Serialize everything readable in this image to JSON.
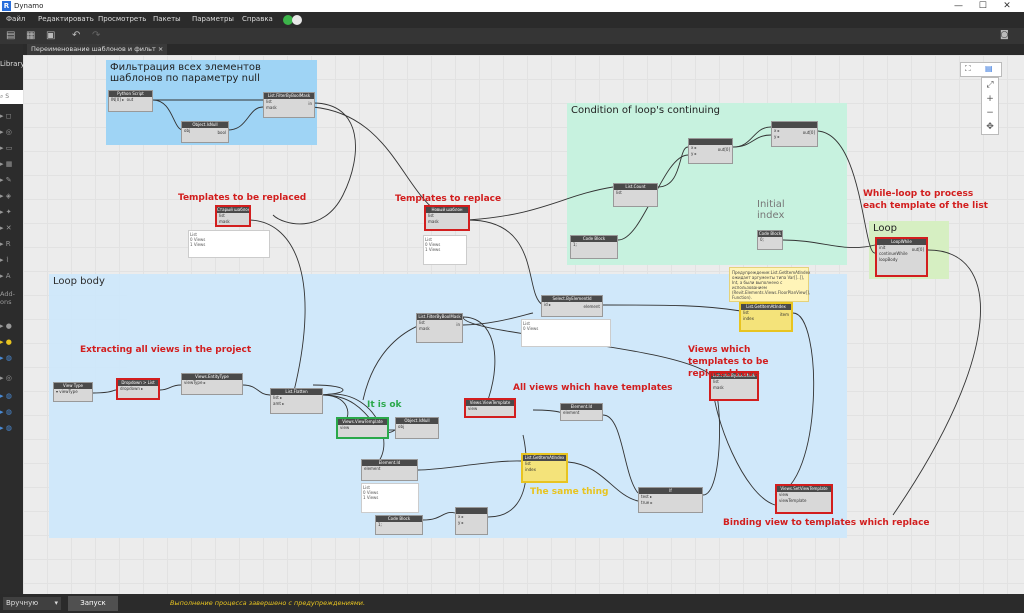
{
  "window": {
    "app_title": "Dynamo",
    "logo": "R",
    "controls": [
      "—",
      "☐",
      "✕"
    ]
  },
  "menu": [
    "Файл",
    "Редактировать",
    "Просмотреть",
    "Пакеты",
    "Параметры",
    "Справка"
  ],
  "library": {
    "label": "Library",
    "search_placeholder": "S",
    "add_ons": "Add-ons"
  },
  "tab": {
    "label": "Переименование шаблонов и фильт",
    "close": "×"
  },
  "groups": {
    "filter": "Фильтрация всех элементов шаблонов по параметру null",
    "condition": "Condition of loop's continuing",
    "initial": "Initial index",
    "loop": "Loop",
    "loop_body": "Loop body"
  },
  "annotations": {
    "to_be_replaced": "Templates to be replaced",
    "to_replace": "Templates to replace",
    "while_loop": "While-loop to process each template of the list",
    "extracting": "Extracting all views in the project",
    "views_which": "Views which templates to be replaced have",
    "all_views": "All views which have templates",
    "it_is_ok": "It is ok",
    "same_thing": "The same thing",
    "binding": "Binding view to templates which replace"
  },
  "nodes": {
    "python": "Python Script",
    "filter_bool": "List.FilterByBoolMask",
    "isnull": "Object.IsNull",
    "old_tpl": "Старый шаблон",
    "new_tpl": "Новый шаблон",
    "list_count": "List.Count",
    "code_block": "Code Block",
    "loop_while": "LoopWhile",
    "select_id": "Select.ByElementId",
    "get_item": "List.GetItemAtIndex",
    "view_type": "View Type",
    "dropdown": "Dropdown > List",
    "elements_type": "Views.EntityType",
    "flatten": "List.Flatten",
    "view_template": "Views.ViewTemplate",
    "element_id": "Element.Id",
    "set_template": "Views.SetViewTemplate",
    "if": "If"
  },
  "ports": {
    "list": "list",
    "mask": "mask",
    "in": "in",
    "out": "out",
    "obj": "obj",
    "bool": "bool",
    "init": "init",
    "continue": "continueWhile",
    "loop_body": "loopBody",
    "index": "index",
    "view": "view",
    "view_template": "viewTemplate",
    "element": "element",
    "in_val": "in[0]",
    "out_val": "out[0]"
  },
  "note_text": "Предупреждение:List.GetItemAtIndex ожидает аргументы типа Var[]..[], Int, а были выполнено с использованием (Revit.Elements.Views.FloorPlanView[], Function).",
  "preview_lines": [
    "List",
    "0 Views",
    "1 Views"
  ],
  "run": {
    "mode": "Вручную",
    "button": "Запуск",
    "status": "Выполнение процесса завершено с предупреждениями."
  },
  "colors": {
    "annotation_red": "#d21e1e",
    "annotation_green": "#2aa84a",
    "annotation_yellow": "#e8c420",
    "group_blue": "#9fd4f5",
    "group_mint": "#c7f2df",
    "group_lightblue": "#cfe8fb",
    "group_green": "#d6efc2"
  }
}
